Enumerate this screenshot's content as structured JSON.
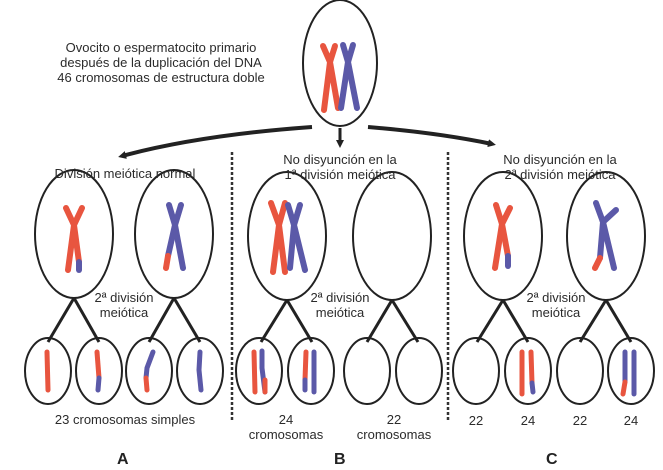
{
  "colors": {
    "maternal": "#e8553f",
    "paternal": "#5b59a8",
    "line": "#222222"
  },
  "top": {
    "caption_line1": "Ovocito o espermatocito primario",
    "caption_line2": "después de la duplicación del DNA",
    "caption_line3": "46 cromosomas de estructura doble"
  },
  "panels": [
    {
      "id": "A",
      "title_line1": "División meiótica normal",
      "second_division_line1": "2ª división",
      "second_division_line2": "meiótica",
      "bottom_label": "23 cromosomas simples",
      "letter": "A"
    },
    {
      "id": "B",
      "title_line1": "No disyunción en la",
      "title_line2": "1ª división meiótica",
      "second_division_line1": "2ª división",
      "second_division_line2": "meiótica",
      "count_left": "24",
      "count_left_unit": "cromosomas",
      "count_right": "22",
      "count_right_unit": "cromosomas",
      "letter": "B"
    },
    {
      "id": "C",
      "title_line1": "No disyunción en la",
      "title_line2": "2ª división meiótica",
      "second_division_line1": "2ª división",
      "second_division_line2": "meiótica",
      "counts": [
        "22",
        "24",
        "22",
        "24"
      ],
      "letter": "C"
    }
  ]
}
